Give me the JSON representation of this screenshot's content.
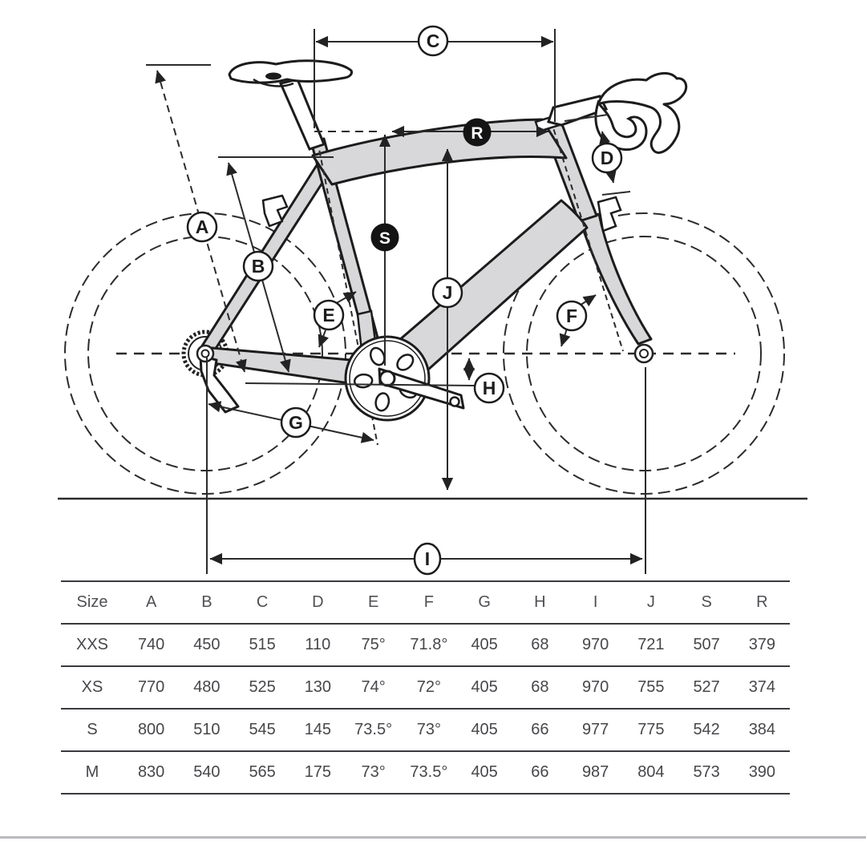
{
  "diagram": {
    "labels": {
      "a": "A",
      "b": "B",
      "c": "C",
      "d": "D",
      "e": "E",
      "f": "F",
      "g": "G",
      "h": "H",
      "i": "I",
      "j": "J",
      "s": "S",
      "r": "R"
    }
  },
  "table": {
    "columns": [
      "Size",
      "A",
      "B",
      "C",
      "D",
      "E",
      "F",
      "G",
      "H",
      "I",
      "J",
      "S",
      "R"
    ],
    "rows": [
      {
        "size": "XXS",
        "values": [
          "740",
          "450",
          "515",
          "110",
          "75°",
          "71.8°",
          "405",
          "68",
          "970",
          "721",
          "507",
          "379"
        ]
      },
      {
        "size": "XS",
        "values": [
          "770",
          "480",
          "525",
          "130",
          "74°",
          "72°",
          "405",
          "68",
          "970",
          "755",
          "527",
          "374"
        ]
      },
      {
        "size": "S",
        "values": [
          "800",
          "510",
          "545",
          "145",
          "73.5°",
          "73°",
          "405",
          "66",
          "977",
          "775",
          "542",
          "384"
        ]
      },
      {
        "size": "M",
        "values": [
          "830",
          "540",
          "565",
          "175",
          "73°",
          "73.5°",
          "405",
          "66",
          "987",
          "804",
          "573",
          "390"
        ]
      }
    ]
  },
  "colors": {
    "line": "#2b2b2b",
    "frame_fill": "#d8d8da",
    "badge_dark": "#141414",
    "table_rule": "#3a3a3e"
  }
}
